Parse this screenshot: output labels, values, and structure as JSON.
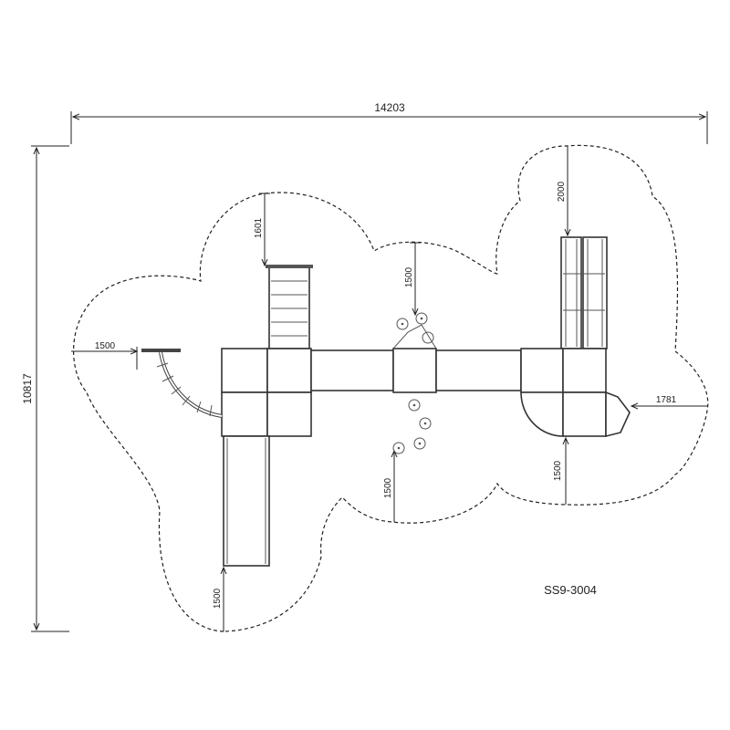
{
  "drawing": {
    "model_code": "SS9-3004",
    "overall_width": "14203",
    "overall_depth": "10817",
    "dimensions": {
      "ladder_clearance": "1601",
      "stepping_top_clearance": "1500",
      "slide_clearance_right": "2000",
      "left_clearance": "1500",
      "right_clearance": "1781",
      "right_bottom_clearance": "1500",
      "center_bottom_clearance": "1500",
      "slide_bottom_clearance": "1500"
    }
  }
}
